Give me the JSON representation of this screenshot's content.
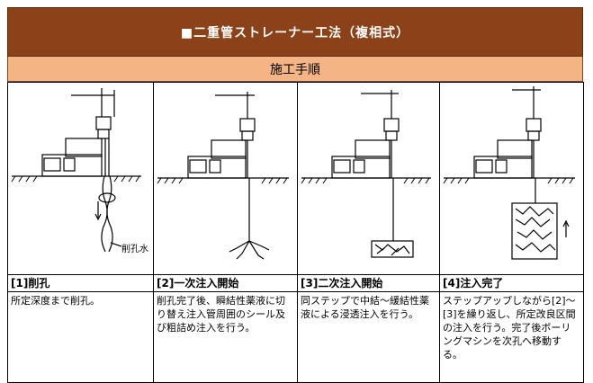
{
  "header": {
    "title": "■二重管ストレーナー工法（複相式）",
    "subtitle": "施工手順"
  },
  "steps": [
    {
      "head": "[1]削孔",
      "body": "所定深度まで削孔。",
      "annotation": "削孔水"
    },
    {
      "head": "[2]一次注入開始",
      "body": "削孔完了後、瞬結性薬液に切り替え注入管周囲のシール及び粗詰め注入を行う。"
    },
    {
      "head": "[3]二次注入開始",
      "body": "同ステップで中結～緩結性薬液による浸透注入を行う。"
    },
    {
      "head": "[4]注入完了",
      "body": "ステップアップしながら[2]～[3]を繰り返し、所定改良区間の注入を行う。完了後ボーリングマシンを次孔へ移動する。"
    }
  ]
}
